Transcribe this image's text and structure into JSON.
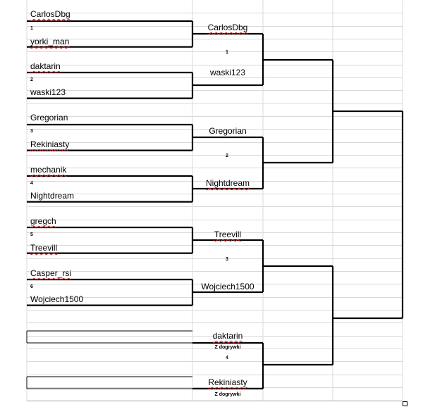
{
  "round1": [
    {
      "top": "CarlosDbg",
      "num": "1",
      "bottom": "yorki_man"
    },
    {
      "top": "daktarin",
      "num": "2",
      "bottom": "waski123"
    },
    {
      "top": "Gregorian",
      "num": "3",
      "bottom": "Rekiniasty"
    },
    {
      "top": "mechanik",
      "num": "4",
      "bottom": "Nightdream"
    },
    {
      "top": "gregch",
      "num": "5",
      "bottom": "Treevill"
    },
    {
      "top": "Casper_rsi",
      "num": "6",
      "bottom": "Wojciech1500"
    }
  ],
  "round2": [
    {
      "top": "CarlosDbg",
      "num": "1",
      "bottom": "waski123"
    },
    {
      "top": "Gregorian",
      "num": "2",
      "bottom": "Nightdream"
    },
    {
      "top": "Treevill",
      "num": "3",
      "bottom": "Wojciech1500"
    }
  ],
  "lucky": {
    "top": "daktarin",
    "top_note": "Z dogrywki",
    "num": "4",
    "bottom": "Rekiniasty",
    "bottom_note": "Z dogrywki"
  },
  "colors": {
    "grid": "#d9d9d9",
    "border": "#000000",
    "spell": "#d03030"
  }
}
